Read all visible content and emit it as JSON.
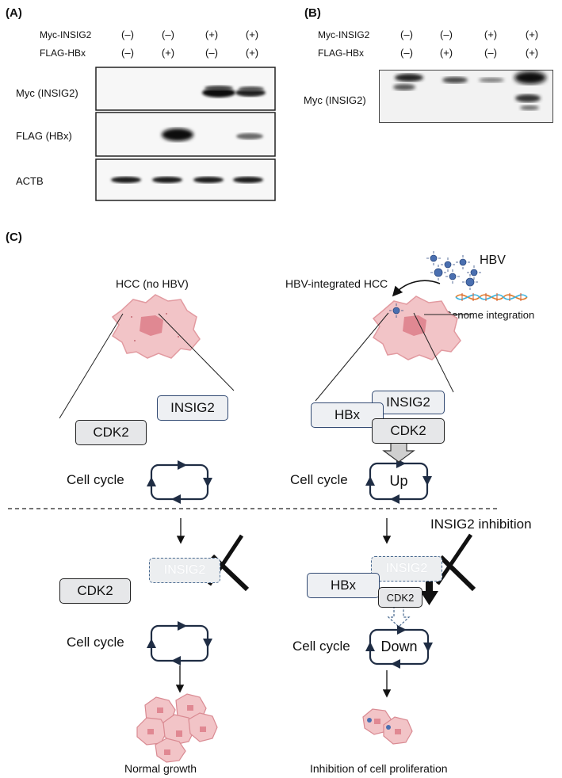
{
  "panel_a": {
    "label": "(A)",
    "conditions": [
      {
        "name": "Myc-INSIG2",
        "signs": [
          "(–)",
          "(–)",
          "(+)",
          "(+)"
        ]
      },
      {
        "name": "FLAG-HBx",
        "signs": [
          "(–)",
          "(+)",
          "(–)",
          "(+)"
        ]
      }
    ],
    "blots": [
      {
        "label": "Myc (INSIG2)"
      },
      {
        "label": "FLAG (HBx)"
      },
      {
        "label": "ACTB"
      }
    ]
  },
  "panel_b": {
    "label": "(B)",
    "conditions": [
      {
        "name": "Myc-INSIG2",
        "signs": [
          "(–)",
          "(–)",
          "(+)",
          "(+)"
        ]
      },
      {
        "name": "FLAG-HBx",
        "signs": [
          "(–)",
          "(+)",
          "(–)",
          "(+)"
        ]
      }
    ],
    "blot_label": "Myc (INSIG2)"
  },
  "panel_c": {
    "label": "(C)",
    "left": {
      "title": "HCC (no HBV)",
      "insig2": "INSIG2",
      "cdk2": "CDK2",
      "cycle_label": "Cell cycle",
      "inhibited_insig2": "INSIG2",
      "cdk2_after": "CDK2",
      "cycle_label_after": "Cell cycle",
      "outcome": "Normal growth"
    },
    "right": {
      "title": "HBV-integrated HCC",
      "hbv": "HBV",
      "genome": "Genome integration",
      "hbx": "HBx",
      "insig2": "INSIG2",
      "cdk2": "CDK2",
      "cycle_label": "Cell cycle",
      "cycle_state": "Up",
      "inhibition": "INSIG2 inhibition",
      "hbx_after": "HBx",
      "inhibited_insig2": "INSIG2",
      "cdk2_after": "CDK2",
      "cycle_label_after": "Cell cycle",
      "cycle_state_after": "Down",
      "outcome": "Inhibition of cell proliferation"
    }
  }
}
